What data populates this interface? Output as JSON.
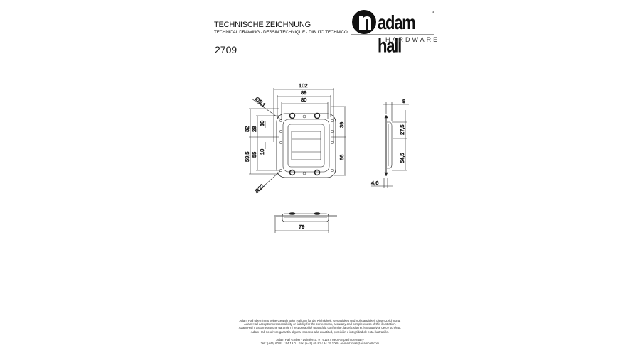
{
  "header": {
    "title": "TECHNISCHE ZEICHNUNG",
    "subtitle": "TECHNICAL DRAWING · DESSIN TECHNIQUE · DIBUJO TECHNICO",
    "article_number": "2709"
  },
  "logo": {
    "brand": "adam hall",
    "division": "HARDWARE"
  },
  "dimensions": {
    "front": {
      "w102": "102",
      "w89": "89",
      "w80": "80",
      "hole": "∅5,1",
      "h32": "32",
      "h28": "28",
      "h10a": "10",
      "h59_5": "59,5",
      "h55": "55",
      "h10b": "10",
      "h39": "39",
      "h66": "66",
      "radius": "R22"
    },
    "side": {
      "d8": "8",
      "d27_5": "27,5",
      "d54_5": "54,5",
      "d4_6": "4,6"
    },
    "bottom": {
      "w79": "79"
    }
  },
  "footer": {
    "disclaimer": [
      "Adam Hall übernimmt keine Gewähr oder Haftung für die Richtigkeit, Genauigkeit und Vollständigkeit dieser Zeichnung.",
      "Adam Hall accepts no responsibility or liability for the correctness, accuracy and completeness of this illustration.",
      "Adam Hall n'assume aucune garantie ni responsabilité quant à la conformité, la précision et l'exhaustivité de ce schéma.",
      "Adam Hall no ofrece garantía alguna respecto a la exactitud, precisión o integridad de esta ilustración."
    ],
    "address": "Adam Hall GmbH · Daimlerstr. 9 · 61267 Neu-Anspach Germany",
    "contact": "Tel.: (+49) 60 81 / 94 19 0 · Fax: (+49) 60 81 / 94 19 1000 · e-mail: mail@adamhall.com"
  }
}
